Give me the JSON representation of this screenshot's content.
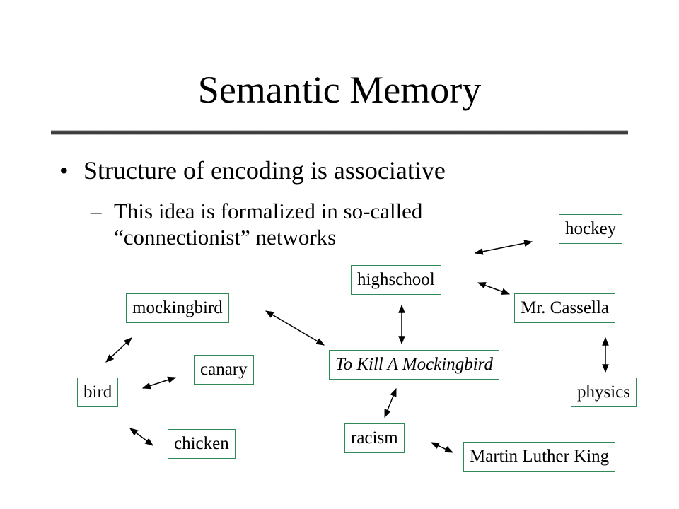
{
  "slide": {
    "title": "Semantic Memory",
    "bullet": {
      "marker": "•",
      "text": "Structure of encoding is associative",
      "sub": {
        "marker": "–",
        "line1": "This idea is formalized in so-called",
        "line2": "“connectionist” networks"
      }
    }
  },
  "network": {
    "node_border_color": "#2e8b57",
    "nodes": {
      "hockey": "hockey",
      "highschool": "highschool",
      "mockingbird": "mockingbird",
      "mr_cassella": "Mr. Cassella",
      "to_kill": "To Kill A Mockingbird",
      "canary": "canary",
      "bird": "bird",
      "physics": "physics",
      "racism": "racism",
      "chicken": "chicken",
      "mlk": "Martin Luther King"
    }
  }
}
